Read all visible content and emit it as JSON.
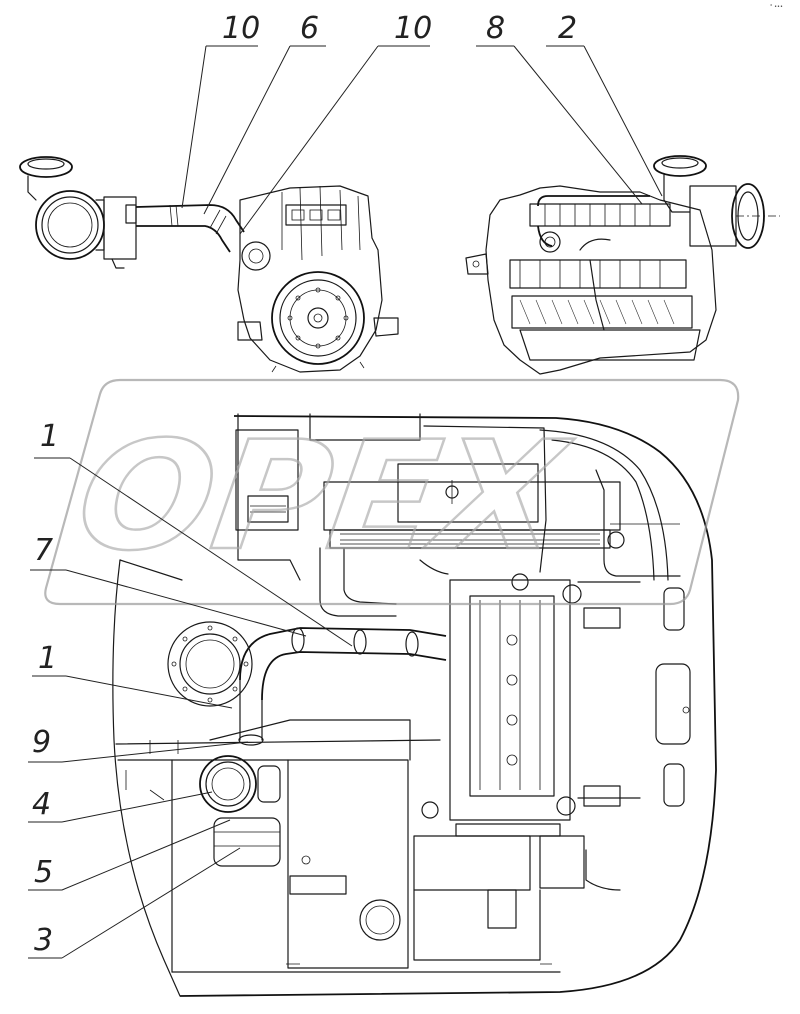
{
  "callouts": {
    "top": [
      {
        "label": "10"
      },
      {
        "label": "6"
      },
      {
        "label": "10"
      },
      {
        "label": "8"
      },
      {
        "label": "2"
      }
    ],
    "left": [
      {
        "label": "1"
      },
      {
        "label": "7"
      },
      {
        "label": "1"
      },
      {
        "label": "9"
      },
      {
        "label": "4"
      },
      {
        "label": "5"
      },
      {
        "label": "3"
      }
    ]
  },
  "watermark": {
    "text": "OPEX"
  },
  "corner_mark": "° •••"
}
